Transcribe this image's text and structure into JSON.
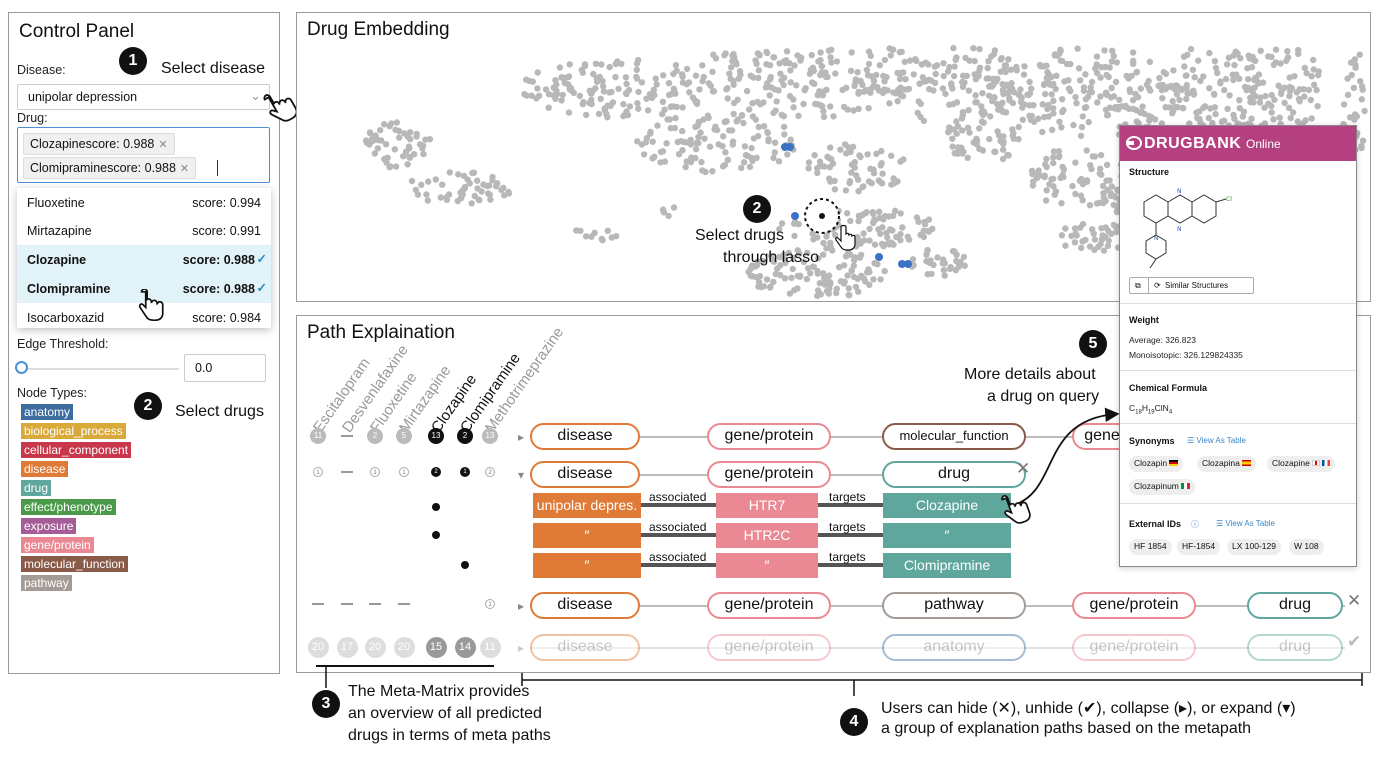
{
  "control_panel": {
    "title": "Control Panel",
    "disease_label": "Disease:",
    "disease_value": "unipolar depression",
    "drug_label": "Drug:",
    "selected_drugs": [
      "Clozapinescore: 0.988",
      "Clomipraminescore: 0.988"
    ],
    "dropdown": [
      {
        "name": "Fluoxetine",
        "score": "score: 0.994",
        "selected": false
      },
      {
        "name": "Mirtazapine",
        "score": "score: 0.991",
        "selected": false
      },
      {
        "name": "Clozapine",
        "score": "score: 0.988",
        "selected": true
      },
      {
        "name": "Clomipramine",
        "score": "score: 0.988",
        "selected": true
      },
      {
        "name": "Isocarboxazid",
        "score": "score: 0.984",
        "selected": false
      }
    ],
    "edge_threshold_label": "Edge Threshold:",
    "edge_threshold_value": "0.0",
    "node_types_label": "Node Types:",
    "node_types": [
      {
        "label": "anatomy",
        "color": "#3d6d9e"
      },
      {
        "label": "biological_process",
        "color": "#d9a93a"
      },
      {
        "label": "cellular_component",
        "color": "#c8374a"
      },
      {
        "label": "disease",
        "color": "#e07a37"
      },
      {
        "label": "drug",
        "color": "#5fa69c"
      },
      {
        "label": "effect/phenotype",
        "color": "#4a9a49"
      },
      {
        "label": "exposure",
        "color": "#a45d97"
      },
      {
        "label": "gene/protein",
        "color": "#ea8993"
      },
      {
        "label": "molecular_function",
        "color": "#8a5a48"
      },
      {
        "label": "pathway",
        "color": "#a59b96"
      }
    ]
  },
  "annotations": {
    "a1_num": "1",
    "a1_text": "Select disease",
    "a2_num": "2",
    "a2_text": "Select drugs",
    "a2b_num": "2",
    "a2b_text1": "Select drugs",
    "a2b_text2": "through lasso",
    "a3_num": "3",
    "a3_text1": "The Meta-Matrix provides",
    "a3_text2": "an overview of all predicted",
    "a3_text3": "drugs in terms of meta paths",
    "a4_num": "4",
    "a4_text1": "Users can hide (✕), unhide (✔), collapse (▸), or expand (▾)",
    "a4_text2": "a group of explanation paths based on the metapath",
    "a5_num": "5",
    "a5_text1": "More details about",
    "a5_text2": "a drug on query"
  },
  "drug_embedding": {
    "title": "Drug Embedding"
  },
  "path_explanation": {
    "title": "Path Explaination",
    "columns": [
      "Escitalopram",
      "Desvenlafaxine",
      "Fluoxetine",
      "Mirtazapine",
      "Clozapine",
      "Clomipramine",
      "Methotrimeprazine"
    ],
    "matrix_row1": [
      "11",
      "—",
      "2",
      "5",
      "13",
      "2",
      "13"
    ],
    "matrix_row2": [
      "1",
      "—",
      "1",
      "1",
      "2",
      "1",
      "2"
    ],
    "matrix_row4": [
      "—",
      "—",
      "—",
      "—",
      "",
      "",
      "1"
    ],
    "matrix_row5": [
      "20",
      "17",
      "20",
      "20",
      "15",
      "14",
      "11"
    ],
    "row1_nodes": [
      "disease",
      "gene/protein",
      "molecular_function",
      "gene"
    ],
    "row2_nodes": [
      "disease",
      "gene/protein",
      "drug"
    ],
    "detail_rows": [
      {
        "disease": "unipolar depres.",
        "rel1": "associated",
        "gene": "HTR7",
        "rel2": "targets",
        "drug": "Clozapine"
      },
      {
        "disease": "″",
        "rel1": "associated",
        "gene": "HTR2C",
        "rel2": "targets",
        "drug": "″"
      },
      {
        "disease": "″",
        "rel1": "associated",
        "gene": "″",
        "rel2": "targets",
        "drug": "Clomipramine"
      }
    ],
    "row4_nodes": [
      "disease",
      "gene/protein",
      "pathway",
      "gene/protein",
      "drug"
    ],
    "row5_nodes": [
      "disease",
      "gene/protein",
      "anatomy",
      "gene/protein",
      "drug"
    ]
  },
  "drugbank": {
    "brand": "DRUGBANK",
    "brand_suffix": "Online",
    "structure_label": "Structure",
    "similar_button": "Similar Structures",
    "weight_label": "Weight",
    "average": "Average: 326.823",
    "monoisotopic": "Monoisotopic: 326.129824335",
    "formula_label": "Chemical Formula",
    "formula": "C18H19ClN4",
    "synonyms_label": "Synonyms",
    "view_table": "View As Table",
    "synonyms": [
      "Clozapin",
      "Clozapina",
      "Clozapine",
      "Clozapinum"
    ],
    "external_label": "External IDs",
    "external_ids": [
      "HF 1854",
      "HF-1854",
      "LX 100-129",
      "W 108"
    ]
  }
}
